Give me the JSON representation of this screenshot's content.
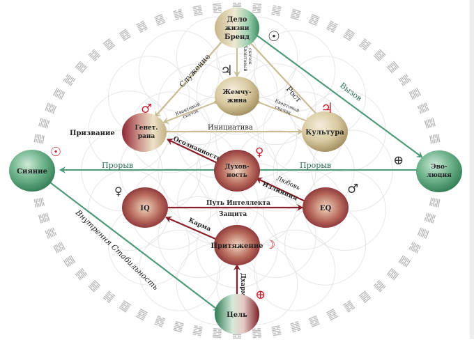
{
  "colors": {
    "green_line": "#4f9a78",
    "red_line": "#8a1f2c",
    "tan_line": "#c9bb94",
    "planet_red": "#c8222e",
    "planet_dark": "#333333",
    "hexagram_gray": "#b9b9b9",
    "flower_gray": "#e6e6e6"
  },
  "nodes": [
    {
      "id": "delo",
      "lines": [
        "Дело",
        "жизни",
        "Бренд"
      ],
      "style": "tan-green"
    },
    {
      "id": "zhemchuzhina",
      "lines": [
        "Жемчу-",
        "жина"
      ],
      "style": "tan"
    },
    {
      "id": "genet",
      "lines": [
        "Генет.",
        "рана"
      ],
      "style": "red-tan"
    },
    {
      "id": "kultura",
      "lines": [
        "Культура"
      ],
      "style": "tan"
    },
    {
      "id": "siyanie",
      "lines": [
        "Сияние"
      ],
      "style": "green"
    },
    {
      "id": "evolyutsiya",
      "lines": [
        "Эво-",
        "люция"
      ],
      "style": "green"
    },
    {
      "id": "duhovnost",
      "lines": [
        "Духов-",
        "ность"
      ],
      "style": "red"
    },
    {
      "id": "iq",
      "lines": [
        "IQ"
      ],
      "style": "red"
    },
    {
      "id": "eq",
      "lines": [
        "EQ"
      ],
      "style": "red"
    },
    {
      "id": "prityazhenie",
      "lines": [
        "Притяжение"
      ],
      "style": "red"
    },
    {
      "id": "tsel",
      "lines": [
        "Цель"
      ],
      "style": "green-red"
    }
  ],
  "labels": {
    "sluzhenie": "Служение",
    "rost": "Рост",
    "vyzov": "Вызов",
    "kvant_top_1": "Квантовый",
    "kvant_top_2": "скачок",
    "kvant_left_1": "Квантовый",
    "kvant_left_2": "скачок",
    "kvant_right_1": "Квантовый",
    "kvant_right_2": "скачок",
    "initsiativa": "Инициатива",
    "prizvanie": "Призвание",
    "proryv_left": "Прорыв",
    "proryv_right": "Прорыв",
    "osoznannost": "Осознанность",
    "lyubov": "Любовь",
    "izliyaniya": "Излияния",
    "put_intellekta": "Путь Интеллекта",
    "zashchita": "Защита",
    "karma": "Карма",
    "dharma": "Дхарма",
    "vnutr_stabilnost": "Внутрення Стабильность"
  },
  "planet_symbols": {
    "sun_top": "☉",
    "jupiter_center": "♃",
    "mars_genet": "♂",
    "jupiter_kultura": "♃",
    "sun_siyanie": "☉",
    "venus_duhovnost": "♀",
    "earth_evolyutsiya": "⊕",
    "venus_iq": "♀",
    "mars_eq": "♂",
    "moon_prityazhenie": "☽",
    "earth_tsel": "⊕"
  }
}
